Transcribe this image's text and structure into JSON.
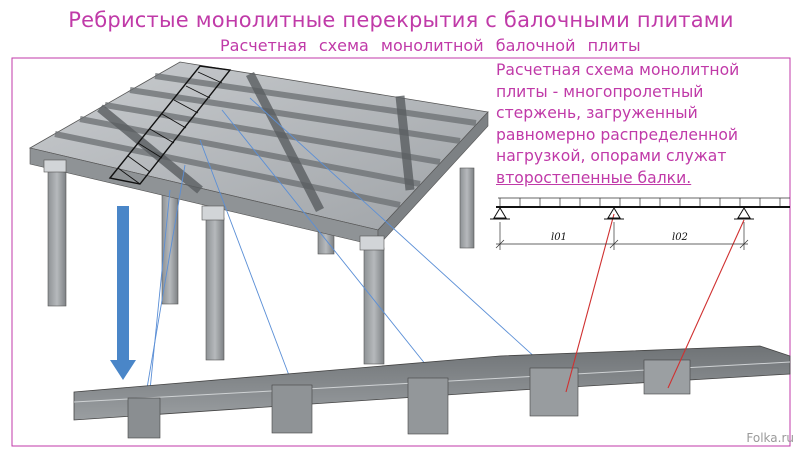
{
  "title": "Ребристые монолитные перекрытия с балочными плитами",
  "subtitle": "Расчетная схема монолитной балочной плиты",
  "note": {
    "line1": "Расчетная схема монолитной",
    "line2": "плиты - многопролетный",
    "line3": "стержень, загруженный",
    "line4": "равномерно распределенной",
    "line5": "нагрузкой, опорами служат",
    "line6": "второстепенные балки."
  },
  "scheme": {
    "span1": "l01",
    "span2": "l02"
  },
  "watermark": "Folka.ru",
  "colors": {
    "text": "#c03aa8",
    "arrow": "#4a86c8",
    "red_lines": "#d03030",
    "blue_lines": "#5b8fd6",
    "concrete": "#a8acb0"
  }
}
